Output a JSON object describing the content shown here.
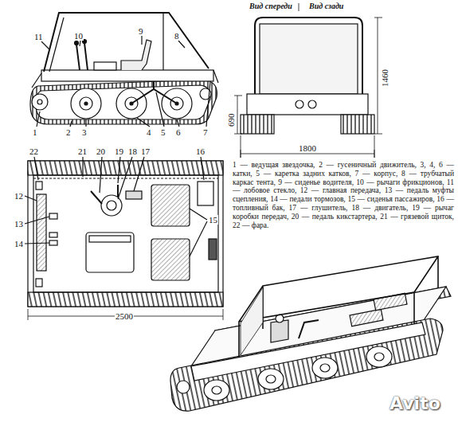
{
  "diagram": {
    "caption": "1 — ведущая звездочка, 2 — гусеничный движитель, 3, 4, 6 — катки, 5 — каретка задних катков, 7 — корпус, 8 — трубчатый каркас тента, 9 — сиденье водителя, 10 — рычаги фрикционов, 11 — лобовое стекло, 12 — главная передача, 13 — педаль муфты сцепления, 14 — педали тормозов, 15 — сиденья пассажиров, 16 — топливный бак, 17 — глушитель, 18 — двигатель, 19 — рычаг коробки передач, 20 — педаль кикстартера, 21 — грязевой щиток, 22 — фара.",
    "labels": [
      "11",
      "10",
      "9",
      "8",
      "1",
      "2",
      "3",
      "4",
      "5",
      "6",
      "7",
      "Вид спереди",
      "Вид сзади",
      "1460",
      "690",
      "1800",
      "22",
      "21",
      "20",
      "19",
      "18",
      "17",
      "16",
      "12",
      "13",
      "14",
      "15",
      "2500",
      "Avito"
    ]
  }
}
